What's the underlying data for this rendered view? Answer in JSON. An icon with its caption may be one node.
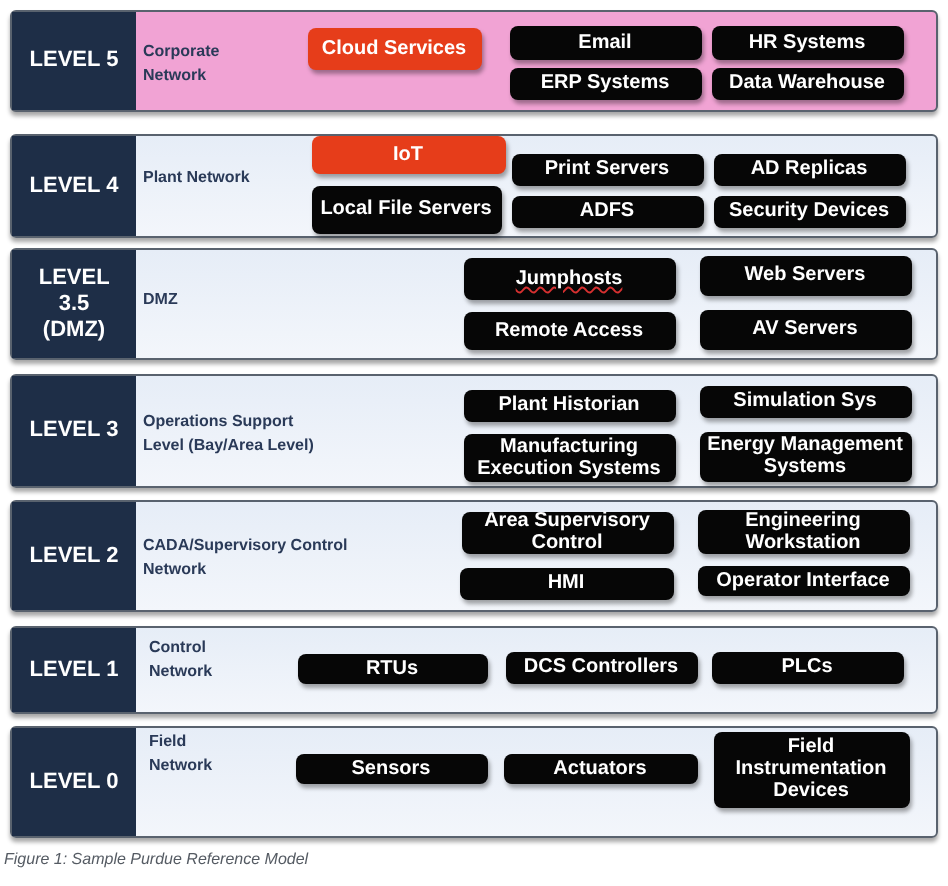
{
  "diagram": {
    "caption": "Figure 1: Sample Purdue Reference Model",
    "nodes": [
      {
        "text": [
          "LEVEL 5",
          "Corporate Network"
        ]
      },
      {
        "text": [
          "Cloud Services"
        ],
        "in": 0
      },
      {
        "text": [
          "Email"
        ],
        "in": 0
      },
      {
        "text": [
          "HR Systems"
        ],
        "in": 0
      },
      {
        "text": [
          "ERP Systems"
        ],
        "in": 0
      },
      {
        "text": [
          "Data Warehouse"
        ],
        "in": 0
      },
      {
        "text": [
          "LEVEL 4",
          "Plant Network"
        ]
      },
      {
        "text": [
          "IoT"
        ],
        "in": 6
      },
      {
        "text": [
          "Print Servers"
        ],
        "in": 6
      },
      {
        "text": [
          "AD Replicas"
        ],
        "in": 6
      },
      {
        "text": [
          "Local File Servers"
        ],
        "in": 6
      },
      {
        "text": [
          "ADFS"
        ],
        "in": 6
      },
      {
        "text": [
          "Security Devices"
        ],
        "in": 6
      },
      {
        "text": [
          "LEVEL 3.5 (DMZ)",
          "DMZ"
        ]
      },
      {
        "text": [
          "Jumphosts"
        ],
        "in": 13
      },
      {
        "text": [
          "Web Servers"
        ],
        "in": 13
      },
      {
        "text": [
          "Remote Access"
        ],
        "in": 13
      },
      {
        "text": [
          "AV Servers"
        ],
        "in": 13
      },
      {
        "text": [
          "LEVEL 3",
          "Operations Support Level (Bay/Area Level)"
        ]
      },
      {
        "text": [
          "Plant Historian"
        ],
        "in": 18
      },
      {
        "text": [
          "Simulation Sys"
        ],
        "in": 18
      },
      {
        "text": [
          "Manufacturing Execution Systems"
        ],
        "in": 18
      },
      {
        "text": [
          "Energy Management Systems"
        ],
        "in": 18
      },
      {
        "text": [
          "LEVEL 2",
          "CADA/Supervisory Control Network"
        ]
      },
      {
        "text": [
          "Area Supervisory Control"
        ],
        "in": 23
      },
      {
        "text": [
          "Engineering Workstation"
        ],
        "in": 23
      },
      {
        "text": [
          "HMI"
        ],
        "in": 23
      },
      {
        "text": [
          "Operator Interface"
        ],
        "in": 23
      },
      {
        "text": [
          "LEVEL 1",
          "Control Network"
        ]
      },
      {
        "text": [
          "RTUs"
        ],
        "in": 28
      },
      {
        "text": [
          "DCS Controllers"
        ],
        "in": 28
      },
      {
        "text": [
          "PLCs"
        ],
        "in": 28
      },
      {
        "text": [
          "LEVEL 0",
          "Field Network"
        ]
      },
      {
        "text": [
          "Sensors"
        ],
        "in": 32
      },
      {
        "text": [
          "Actuators"
        ],
        "in": 32
      },
      {
        "text": [
          "Field Instrumentation Devices"
        ],
        "in": 32
      }
    ],
    "edges": []
  }
}
